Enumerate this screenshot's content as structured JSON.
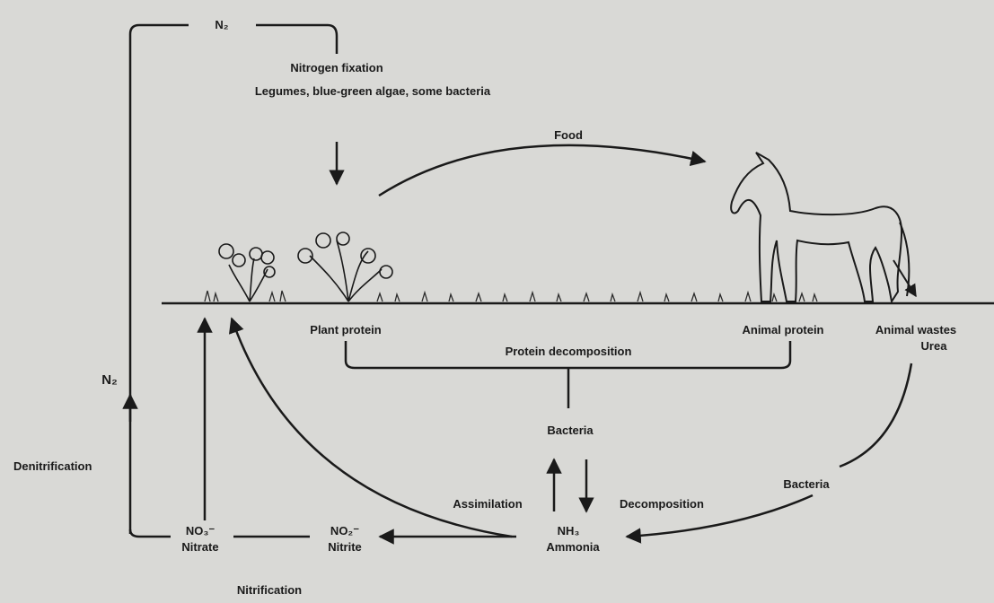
{
  "title": "",
  "colors": {
    "background": "#d9d9d6",
    "ink": "#1a1a1a"
  },
  "nodes": {
    "n2_top": "N₂",
    "n2_side": "N₂",
    "fixation_title": "Nitrogen fixation",
    "fixation_agents": "Legumes, blue-green algae, some bacteria",
    "food": "Food",
    "plant_protein": "Plant protein",
    "animal_protein": "Animal protein",
    "animal_wastes": "Animal wastes",
    "urea": "Urea",
    "protein_decomposition": "Protein decomposition",
    "bacteria_center": "Bacteria",
    "bacteria_right": "Bacteria",
    "assimilation": "Assimilation",
    "decomposition": "Decomposition",
    "nh3": "NH₃",
    "ammonia": "Ammonia",
    "no2": "NO₂⁻",
    "nitrite": "Nitrite",
    "no3": "NO₃⁻",
    "nitrate": "Nitrate",
    "nitrification": "Nitrification",
    "denitrification": "Denitrification"
  },
  "icons": [
    "plant-icon",
    "horse-icon",
    "grass-icon"
  ]
}
